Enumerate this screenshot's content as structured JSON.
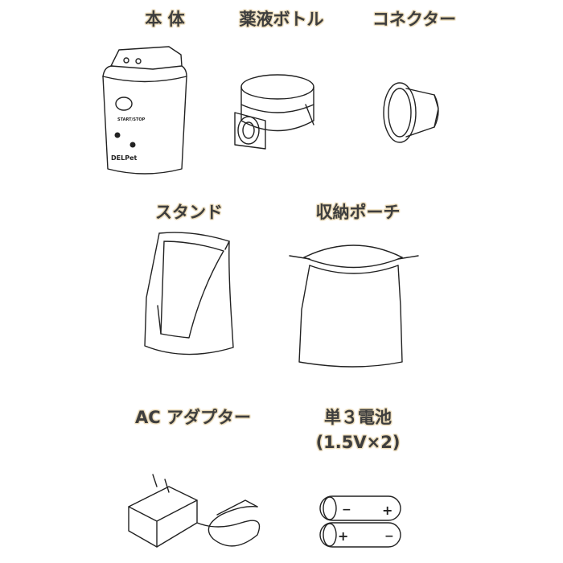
{
  "items": [
    {
      "label": "本 体"
    },
    {
      "label": "薬液ボトル"
    },
    {
      "label": "コネクター"
    },
    {
      "label": "スタンド"
    },
    {
      "label": "収納ポーチ"
    },
    {
      "label": "AC アダプター"
    },
    {
      "label": "単３電池",
      "sublabel": "(1.5V×2)"
    }
  ],
  "illustration_text": {
    "button": "START/STOP",
    "brand": "DELPet",
    "battery_minus": "−",
    "battery_plus": "+"
  },
  "colors": {
    "label_text": "#3e3e3e",
    "label_glow": "#e9d8b4",
    "line": "#222222"
  }
}
